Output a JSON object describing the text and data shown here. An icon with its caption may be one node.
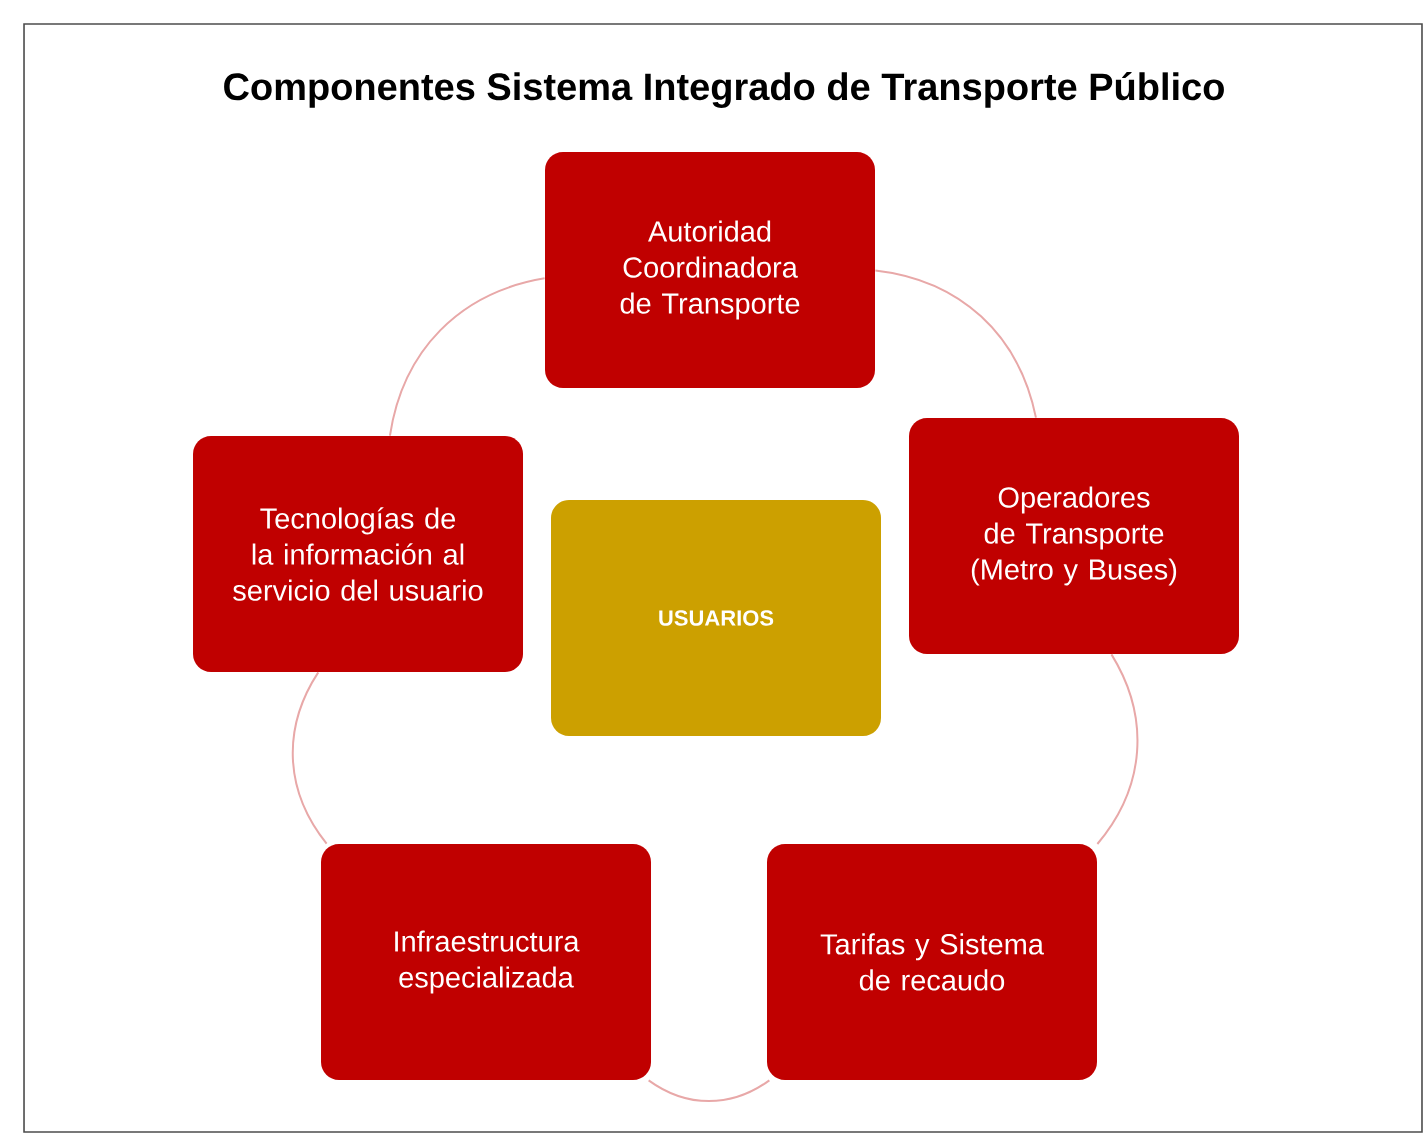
{
  "diagram": {
    "title": "Componentes Sistema Integrado de Transporte Público",
    "nodes": [
      {
        "text": [
          "Autoridad Coordinadora de Transporte"
        ]
      },
      {
        "text": [
          "Operadores de Transporte (Metro y Buses)"
        ]
      },
      {
        "text": [
          "Tarifas y Sistema de recaudo"
        ]
      },
      {
        "text": [
          "Infraestructura especializada"
        ]
      },
      {
        "text": [
          "Tecnologías de la información al servicio del usuario"
        ]
      },
      {
        "text": [
          "USUARIOS"
        ]
      }
    ],
    "edges": [
      {
        "from": 0,
        "to": 1,
        "arrow": "none"
      },
      {
        "from": 1,
        "to": 2,
        "arrow": "none"
      },
      {
        "from": 2,
        "to": 3,
        "arrow": "none"
      },
      {
        "from": 3,
        "to": 4,
        "arrow": "none"
      },
      {
        "from": 4,
        "to": 0,
        "arrow": "none"
      }
    ]
  }
}
